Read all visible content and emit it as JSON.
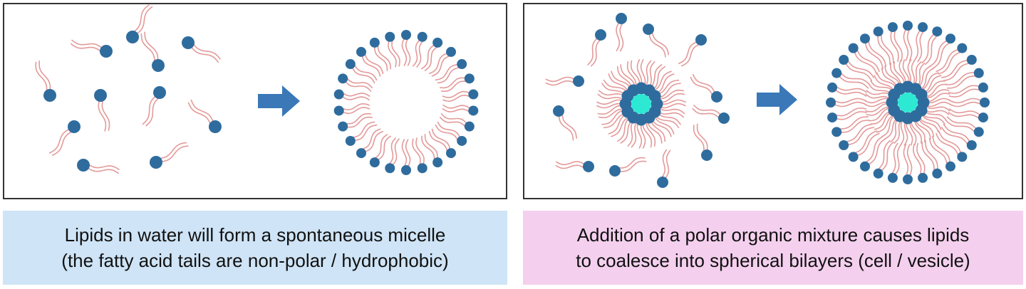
{
  "colors": {
    "lipid_head": "#2f6c9e",
    "lipid_tail": "#e39a9a",
    "arrow": "#3a78b8",
    "core": "#2de8d3",
    "caption_left_bg": "#cfe4f6",
    "caption_right_bg": "#f4d0ee",
    "border": "#333333"
  },
  "captions": {
    "left": {
      "line1": "Lipids in water will form a spontaneous micelle",
      "line2": "(the fatty acid tails are non-polar / hydrophobic)"
    },
    "right": {
      "line1": "Addition of a polar organic mixture causes lipids",
      "line2": "to coalesce into spherical bilayers (cell / vesicle)"
    }
  },
  "icons": {
    "process_arrow": "right-arrow-icon",
    "lipid": "phospholipid-icon"
  },
  "content": {
    "left_panel": {
      "free_lipid_count": 11,
      "micelle_lipid_count": 26
    },
    "right_panel": {
      "free_lipid_count": 12,
      "inner_ring_count": 12,
      "vesicle_outer_ring_count": 32
    }
  }
}
